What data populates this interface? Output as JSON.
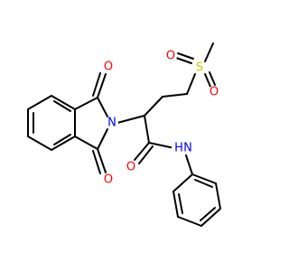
{
  "molecule": {
    "atoms": {
      "o_top": {
        "label": "O",
        "color": "#ff0000"
      },
      "o_bottom": {
        "label": "O",
        "color": "#ff0000"
      },
      "n_ring": {
        "label": "N",
        "color": "#0000ff"
      },
      "s_sulfonyl": {
        "label": "S",
        "color": "#cccc00"
      },
      "o_s_left": {
        "label": "O",
        "color": "#ff0000"
      },
      "o_s_bottom": {
        "label": "O",
        "color": "#ff0000"
      },
      "o_amide": {
        "label": "O",
        "color": "#ff0000"
      },
      "n_amide": {
        "label": "N",
        "color": "#0000ff"
      },
      "h_amide": {
        "label": "H",
        "color": "#0000ff"
      }
    },
    "bond_color": "#000000"
  }
}
